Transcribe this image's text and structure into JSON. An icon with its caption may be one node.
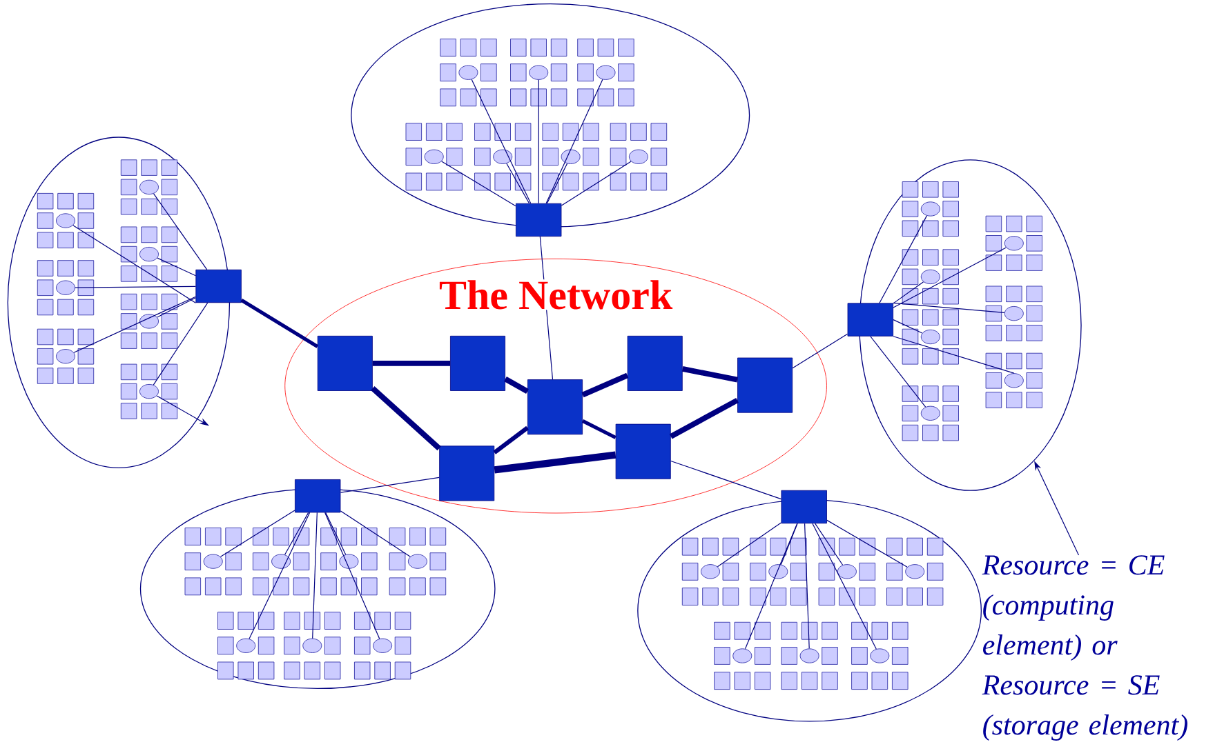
{
  "diagram": {
    "nodes": [
      {
        "text": [],
        "shape": "ellipse"
      },
      {
        "text": [],
        "shape": "ellipse",
        "in": 0
      },
      {
        "text": [],
        "shape": "ellipse",
        "in": 0
      },
      {
        "text": [],
        "shape": "ellipse",
        "in": 0
      },
      {
        "text": [],
        "shape": "ellipse",
        "in": 0
      },
      {
        "text": [],
        "shape": "ellipse",
        "in": 0
      },
      {
        "text": [],
        "shape": "ellipse",
        "in": 0
      },
      {
        "text": [],
        "shape": "ellipse",
        "in": 0
      },
      {
        "text": [],
        "shape": "box"
      },
      {
        "text": [],
        "shape": "ellipse"
      },
      {
        "text": [],
        "shape": "ellipse",
        "in": 9
      },
      {
        "text": [],
        "shape": "ellipse",
        "in": 9
      },
      {
        "text": [],
        "shape": "ellipse",
        "in": 9
      },
      {
        "text": [],
        "shape": "ellipse",
        "in": 9
      },
      {
        "text": [],
        "shape": "ellipse",
        "in": 9
      },
      {
        "text": [],
        "shape": "ellipse",
        "in": 9
      },
      {
        "text": [],
        "shape": "ellipse",
        "in": 9
      },
      {
        "text": [],
        "shape": "box"
      },
      {
        "text": [
          "The Network"
        ]
      },
      {
        "text": [],
        "shape": "box",
        "in": 18
      },
      {
        "text": [],
        "shape": "box",
        "in": 18
      },
      {
        "text": [],
        "shape": "box",
        "in": 18
      },
      {
        "text": [],
        "shape": "box",
        "in": 18
      },
      {
        "text": [],
        "shape": "box",
        "in": 18
      },
      {
        "text": [],
        "shape": "box",
        "in": 18
      },
      {
        "text": [],
        "shape": "box",
        "in": 18
      },
      {
        "text": [],
        "shape": "ellipse"
      },
      {
        "text": [],
        "shape": "ellipse",
        "in": 26
      },
      {
        "text": [],
        "shape": "ellipse",
        "in": 26
      },
      {
        "text": [],
        "shape": "ellipse",
        "in": 26
      },
      {
        "text": [],
        "shape": "ellipse",
        "in": 26
      },
      {
        "text": [],
        "shape": "ellipse",
        "in": 26
      },
      {
        "text": [],
        "shape": "ellipse",
        "in": 26
      },
      {
        "text": [],
        "shape": "ellipse",
        "in": 26
      },
      {
        "text": [],
        "shape": "box"
      },
      {
        "text": [],
        "shape": "ellipse"
      },
      {
        "text": [],
        "shape": "ellipse",
        "in": 35
      },
      {
        "text": [],
        "shape": "ellipse",
        "in": 35
      },
      {
        "text": [],
        "shape": "ellipse",
        "in": 35
      },
      {
        "text": [],
        "shape": "ellipse",
        "in": 35
      },
      {
        "text": [],
        "shape": "ellipse",
        "in": 35
      },
      {
        "text": [],
        "shape": "ellipse",
        "in": 35
      },
      {
        "text": [],
        "shape": "ellipse",
        "in": 35
      },
      {
        "text": [],
        "shape": "box"
      },
      {
        "text": [],
        "shape": "ellipse"
      },
      {
        "text": [],
        "shape": "ellipse",
        "in": 44
      },
      {
        "text": [],
        "shape": "ellipse",
        "in": 44
      },
      {
        "text": [],
        "shape": "ellipse",
        "in": 44
      },
      {
        "text": [],
        "shape": "ellipse",
        "in": 44
      },
      {
        "text": [],
        "shape": "ellipse",
        "in": 44
      },
      {
        "text": [],
        "shape": "ellipse",
        "in": 44
      },
      {
        "text": [],
        "shape": "ellipse",
        "in": 44
      },
      {
        "text": [],
        "shape": "box"
      },
      {
        "text": [
          "Resource = CE (computing element) or",
          "Resource = SE (storage element)"
        ]
      }
    ],
    "edges": [
      {
        "from": 1,
        "to": 8,
        "arrow": "none"
      },
      {
        "from": 2,
        "to": 8,
        "arrow": "none"
      },
      {
        "from": 3,
        "to": 8,
        "arrow": "none"
      },
      {
        "from": 4,
        "to": 8,
        "arrow": "none"
      },
      {
        "from": 5,
        "to": 8,
        "arrow": "none"
      },
      {
        "from": 6,
        "to": 8,
        "arrow": "none"
      },
      {
        "from": 7,
        "to": 8,
        "arrow": "none"
      },
      {
        "from": 10,
        "to": 17,
        "arrow": "none"
      },
      {
        "from": 11,
        "to": 17,
        "arrow": "none"
      },
      {
        "from": 12,
        "to": 17,
        "arrow": "none"
      },
      {
        "from": 13,
        "to": 17,
        "arrow": "none"
      },
      {
        "from": 14,
        "to": 17,
        "arrow": "none"
      },
      {
        "from": 15,
        "to": 17,
        "arrow": "none"
      },
      {
        "from": 16,
        "to": 17,
        "arrow": "none"
      },
      {
        "from": 16,
        "to": null,
        "arrow": "to"
      },
      {
        "from": 17,
        "to": 19,
        "arrow": "none",
        "style": "thick"
      },
      {
        "from": 8,
        "to": 21,
        "arrow": "none"
      },
      {
        "from": 19,
        "to": 20,
        "arrow": "none",
        "style": "thick"
      },
      {
        "from": 19,
        "to": 24,
        "arrow": "none",
        "style": "thick"
      },
      {
        "from": 20,
        "to": 21,
        "arrow": "none",
        "style": "thick"
      },
      {
        "from": 21,
        "to": 22,
        "arrow": "none",
        "style": "thick"
      },
      {
        "from": 22,
        "to": 23,
        "arrow": "none",
        "style": "thick"
      },
      {
        "from": 23,
        "to": 25,
        "arrow": "none",
        "style": "thick"
      },
      {
        "from": 24,
        "to": 25,
        "arrow": "none",
        "style": "thick"
      },
      {
        "from": 21,
        "to": 24,
        "arrow": "none",
        "style": "thick"
      },
      {
        "from": 21,
        "to": 25,
        "arrow": "none",
        "style": "thick"
      },
      {
        "from": 23,
        "to": 34,
        "arrow": "none"
      },
      {
        "from": 24,
        "to": 43,
        "arrow": "none"
      },
      {
        "from": 25,
        "to": 52,
        "arrow": "none"
      },
      {
        "from": 27,
        "to": 34,
        "arrow": "none"
      },
      {
        "from": 28,
        "to": 34,
        "arrow": "none"
      },
      {
        "from": 29,
        "to": 34,
        "arrow": "none"
      },
      {
        "from": 30,
        "to": 34,
        "arrow": "none"
      },
      {
        "from": 31,
        "to": 34,
        "arrow": "none"
      },
      {
        "from": 32,
        "to": 34,
        "arrow": "none"
      },
      {
        "from": 33,
        "to": 34,
        "arrow": "none"
      },
      {
        "from": 36,
        "to": 43,
        "arrow": "none"
      },
      {
        "from": 37,
        "to": 43,
        "arrow": "none"
      },
      {
        "from": 38,
        "to": 43,
        "arrow": "none"
      },
      {
        "from": 39,
        "to": 43,
        "arrow": "none"
      },
      {
        "from": 40,
        "to": 43,
        "arrow": "none"
      },
      {
        "from": 41,
        "to": 43,
        "arrow": "none"
      },
      {
        "from": 42,
        "to": 43,
        "arrow": "none"
      },
      {
        "from": 45,
        "to": 52,
        "arrow": "none"
      },
      {
        "from": 46,
        "to": 52,
        "arrow": "none"
      },
      {
        "from": 47,
        "to": 52,
        "arrow": "none"
      },
      {
        "from": 48,
        "to": 52,
        "arrow": "none"
      },
      {
        "from": 49,
        "to": 52,
        "arrow": "none"
      },
      {
        "from": 50,
        "to": 52,
        "arrow": "none"
      },
      {
        "from": 51,
        "to": 52,
        "arrow": "none"
      },
      {
        "from": 53,
        "to": 26,
        "arrow": "to"
      }
    ]
  }
}
